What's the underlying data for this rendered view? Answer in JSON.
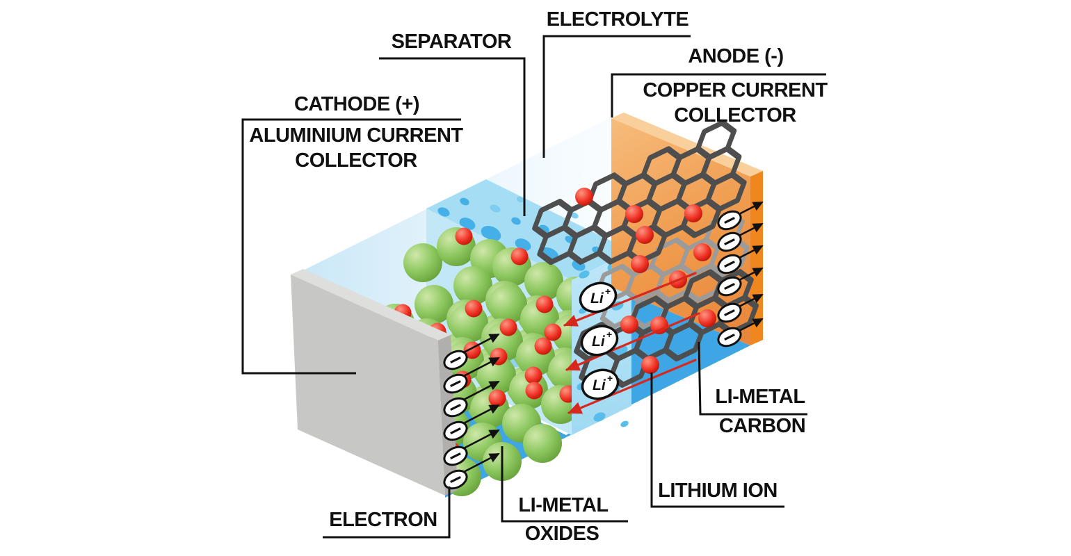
{
  "labels": {
    "electrolyte": "ELECTROLYTE",
    "separator": "SEPARATOR",
    "anode": "ANODE (-)",
    "anode_sub_line1": "COPPER CURRENT",
    "anode_sub_line2": "COLLECTOR",
    "cathode": "CATHODE (+)",
    "cathode_sub_line1": "ALUMINIUM CURRENT",
    "cathode_sub_line2": "COLLECTOR",
    "electron": "ELECTRON",
    "li_metal_oxides_line1": "LI-METAL",
    "li_metal_oxides_line2": "OXIDES",
    "lithium_ion": "LITHIUM ION",
    "li_metal_carbon_line1": "LI-METAL",
    "li_metal_carbon_line2": "CARBON"
  },
  "symbols": {
    "lithium_ion_text": "Li",
    "lithium_ion_charge": "+",
    "electron_sign": "−"
  },
  "counts": {
    "cathode_electron_markers": 6,
    "anode_electron_markers": 6,
    "lithium_ion_markers": 3,
    "ion_flow_arrows": 3
  },
  "palette": {
    "background": "#ffffff",
    "line": "#111111",
    "electrolyte_top_light": "#c9e7f7",
    "separator_face": "#a5ddf4",
    "separator_left_face": "#c2e7f7",
    "separator_front_face": "#b3e2f6",
    "bubble_blue": "#45b0e7",
    "cell_bottom_blue": "#3ea6e4",
    "aluminium_gray": "#c7c7c6",
    "aluminium_edge": "#b0afae",
    "copper_orange": "#f09a4a",
    "copper_edge": "#ef861e",
    "oxide_green": "#7ab94c",
    "lithium_red": "#e3261a",
    "carbon_dark": "#4e4e4e",
    "carbon_back_gray": "#9b9b9b",
    "ion_arrow_red": "#d6281c"
  }
}
